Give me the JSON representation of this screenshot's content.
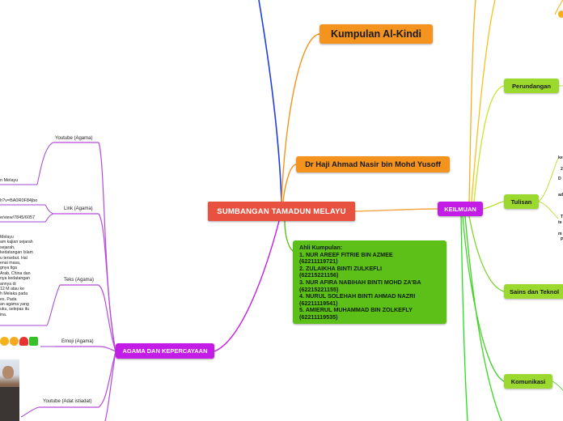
{
  "central_topic": "SUMBANGAN TAMADUN MELAYU",
  "main_branches": {
    "kumpulan": "Kumpulan Al-Kindi",
    "lecturer": "Dr Haji Ahmad Nasir bin Mohd Yusoff",
    "keilmuan": "KEILMUAN",
    "agama": "AGAMA DAN KEPERCAYAAN"
  },
  "members_box": {
    "lines": [
      "Ahli Kumpulan:",
      "1. NUR AREEF FITRIE BIN AZMEE",
      "(62211119721)",
      "2. ZULAIKHA BINTI ZULKEFLI",
      "(62215221156)",
      "3. NUR AFIRA NABIHAH BINTI MOHD ZA'BA",
      "(62215221155)",
      "4. NURUL SOLEHAH BINTI AHMAD NAZRI",
      "(62211119541)",
      "5. AMIERUL MUHAMMAD BIN ZOLKEFLY",
      "(62211119535)"
    ]
  },
  "keilmuan_children": [
    "Perundangan",
    "Tulisan",
    "Sains dan Teknol",
    "Komunikasi"
  ],
  "agama_children": [
    "Youtube (Agama)",
    "Link (Agama)",
    "Teks (Agama)",
    "Emoji (Agama)",
    "Youtube (Adat istiadat)"
  ],
  "left_leaves": {
    "youtube_agama": "n Melayu",
    "link_1": "h?v=BA0R0F84jbo",
    "link_2": "e/view/7845/6057",
    "teks_lines": [
      "Melayu",
      "am kajian sejarah",
      "sejarah,",
      "kedatangan Islam",
      "u tersebut. Hal",
      "enai masa,",
      "gnya tiga",
      "Arab, China dan",
      "nya kedatangan",
      "annya di",
      "12 M atau ke",
      "h Melaka pada",
      "es. Pada",
      "an agama yang",
      "uku, selepas itu",
      "ina."
    ]
  },
  "right_fragments": [
    "ke",
    "2",
    "D",
    "ad",
    "T",
    "te",
    "m",
    "P"
  ],
  "emoji_colors": [
    "#f7b21b",
    "#f4a91e",
    "#e8322f",
    "#36c12b"
  ]
}
